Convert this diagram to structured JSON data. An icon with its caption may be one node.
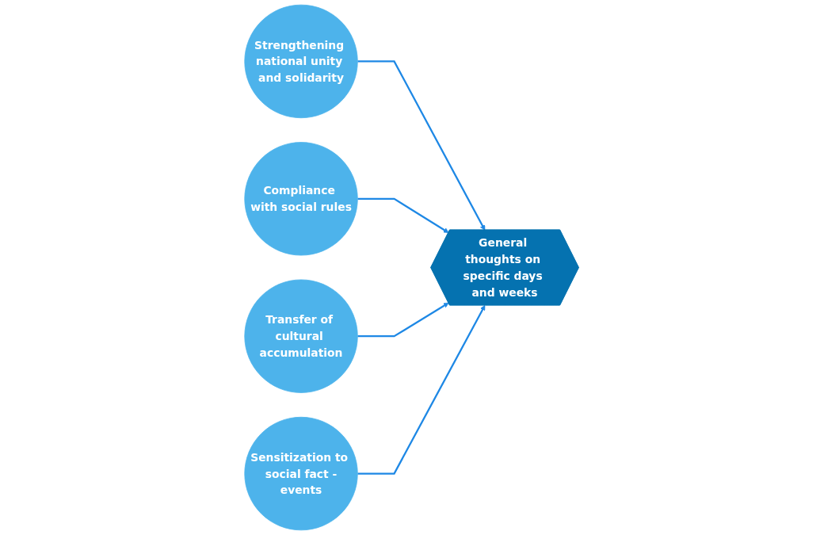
{
  "diagram": {
    "nodes": [
      {
        "text": [
          "Strengthening national unity and solidarity"
        ]
      },
      {
        "text": [
          "Compliance with social rules"
        ]
      },
      {
        "text": [
          "General thoughts on specific days and weeks"
        ]
      },
      {
        "text": [
          "Transfer of cultural accumulation"
        ]
      },
      {
        "text": [
          "Sensitization to social fact -events"
        ]
      }
    ],
    "edges": [
      {
        "from": 0,
        "to": 2,
        "arrow": "to"
      },
      {
        "from": 1,
        "to": 2,
        "arrow": "to"
      },
      {
        "from": 3,
        "to": 2,
        "arrow": "to"
      },
      {
        "from": 4,
        "to": 2,
        "arrow": "to"
      }
    ]
  }
}
